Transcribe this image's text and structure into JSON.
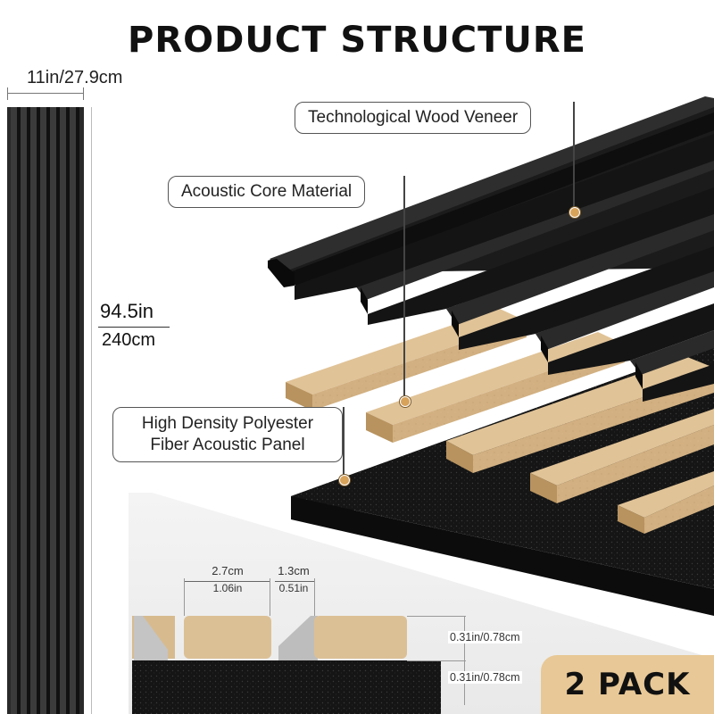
{
  "title": "PRODUCT STRUCTURE",
  "dimensions": {
    "width": "11in/27.9cm",
    "height_in": "94.5in",
    "height_cm": "240cm"
  },
  "callouts": {
    "veneer": "Technological Wood Veneer",
    "core": "Acoustic Core Material",
    "panel_line1": "High Density Polyester",
    "panel_line2": "Fiber Acoustic Panel"
  },
  "cross_section": {
    "slat_width_cm": "2.7cm",
    "slat_width_in": "1.06in",
    "gap_cm": "1.3cm",
    "gap_in": "0.51in",
    "slat_thickness": "0.31in/0.78cm",
    "felt_thickness": "0.31in/0.78cm"
  },
  "badge": "2 PACK",
  "colors": {
    "veneer": "#141414",
    "core": "#d2b081",
    "felt": "#151515",
    "accent": "#e8c896"
  }
}
